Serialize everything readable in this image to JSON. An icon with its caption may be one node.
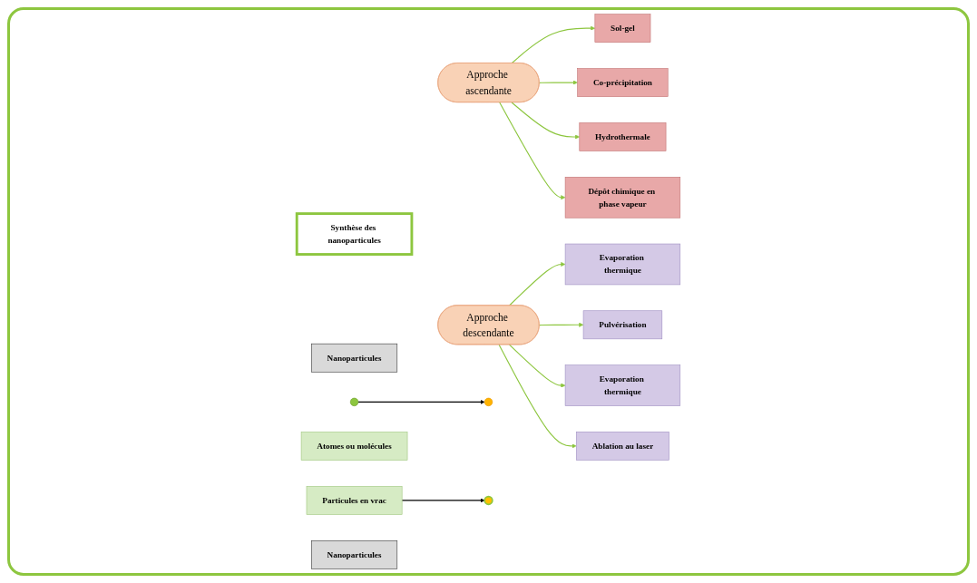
{
  "diagram": {
    "nodes": [
      {
        "text": [
          "Synthèse des nanoparticules"
        ]
      },
      {
        "text": [
          "Approche ascendante"
        ]
      },
      {
        "text": [
          "Approche descendante"
        ]
      },
      {
        "text": [
          "Nanoparticules"
        ]
      },
      {
        "text": [],
        "shape": "circle"
      },
      {
        "text": [],
        "shape": "circle"
      },
      {
        "text": [
          "Atomes ou molécules"
        ]
      },
      {
        "text": [
          "Sol-gel"
        ]
      },
      {
        "text": [
          "Co-précipitation"
        ]
      },
      {
        "text": [
          "Hydrothermale"
        ]
      },
      {
        "text": [
          "Dépôt chimique en phase vapeur"
        ]
      },
      {
        "text": [
          "Evaporation thermique"
        ]
      },
      {
        "text": [
          "Pulvérisation"
        ]
      },
      {
        "text": [
          "Evaporation thermique"
        ]
      },
      {
        "text": [
          "Ablation au laser"
        ]
      },
      {
        "text": [
          "Particules en vrac"
        ]
      },
      {
        "text": [],
        "shape": "circle"
      },
      {
        "text": [
          "Nanoparticules"
        ]
      }
    ],
    "edges": [
      {
        "from": 1,
        "to": 7,
        "arrow": "to"
      },
      {
        "from": 1,
        "to": 8,
        "arrow": "to"
      },
      {
        "from": 1,
        "to": 9,
        "arrow": "to"
      },
      {
        "from": 1,
        "to": 10,
        "arrow": "to"
      },
      {
        "from": 2,
        "to": 11,
        "arrow": "to"
      },
      {
        "from": 2,
        "to": 12,
        "arrow": "to"
      },
      {
        "from": 2,
        "to": 13,
        "arrow": "to"
      },
      {
        "from": 2,
        "to": 14,
        "arrow": "to"
      },
      {
        "from": 5,
        "to": 4,
        "arrow": "to",
        "color": "#000000"
      },
      {
        "from": 15,
        "to": 16,
        "arrow": "to",
        "color": "#000000"
      }
    ]
  }
}
